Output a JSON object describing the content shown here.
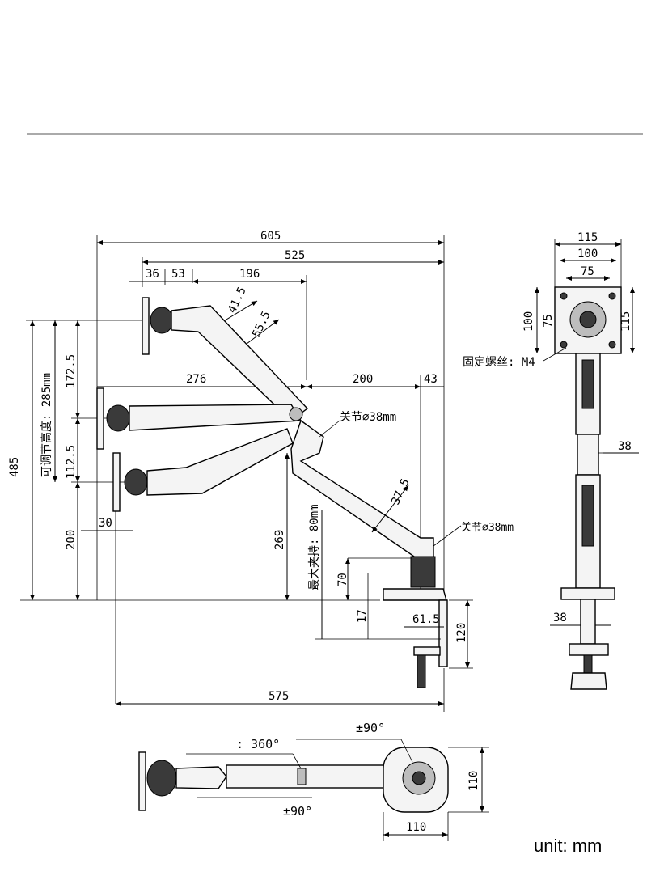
{
  "unit_label": "unit: mm",
  "side_view": {
    "widths": {
      "total": "605",
      "reach": "525",
      "arm_main": "196",
      "d36": "36",
      "d53": "53",
      "d276": "276",
      "d200_top": "200",
      "d43": "43",
      "d30": "30",
      "d575": "575"
    },
    "angles": {
      "a415": "41.5",
      "a555": "55.5",
      "a375": "37.5"
    },
    "heights": {
      "h485": "485",
      "h200": "200",
      "h1725": "172.5",
      "h1125": "112.5",
      "h269": "269",
      "h70": "70",
      "h17": "17",
      "h615": "61.5",
      "h120": "120"
    },
    "labels": {
      "adjust_height": "可调节高度: 285mm",
      "joint_upper": "关节⌀38mm",
      "joint_lower": "关节⌀38mm",
      "max_clamp": "最大夹持: 80mm"
    }
  },
  "front_view": {
    "w115": "115",
    "w100": "100",
    "w75": "75",
    "h100": "100",
    "h75": "75",
    "h115": "115",
    "screw": "固定螺丝: M4",
    "w38_mid": "38",
    "w38_low": "38"
  },
  "top_view": {
    "rot360": ": 360°",
    "rot90_top": "±90°",
    "rot90_bottom": "±90°",
    "base_w": "110",
    "base_h": "110"
  }
}
